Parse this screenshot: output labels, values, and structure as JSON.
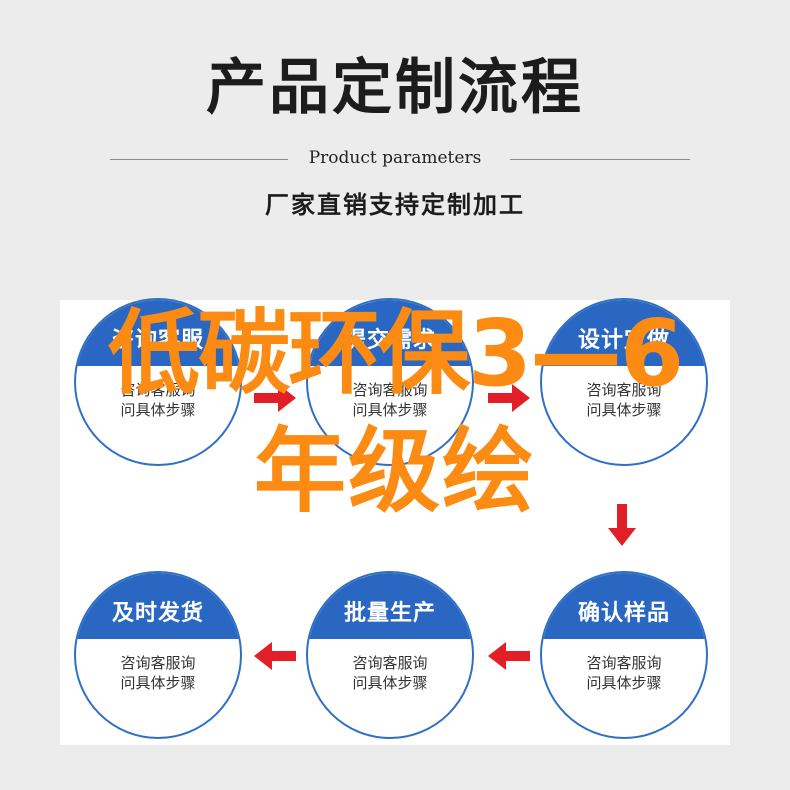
{
  "header": {
    "title": "产品定制流程",
    "subtitle_en": "Product parameters",
    "subtitle_cn": "厂家直销支持定制加工"
  },
  "steps": [
    {
      "title": "咨询客服",
      "desc_line1": "咨询客服询",
      "desc_line2": "问具体步骤"
    },
    {
      "title": "提交需求",
      "desc_line1": "咨询客服询",
      "desc_line2": "问具体步骤"
    },
    {
      "title": "设计定做",
      "desc_line1": "咨询客服询",
      "desc_line2": "问具体步骤"
    },
    {
      "title": "及时发货",
      "desc_line1": "咨询客服询",
      "desc_line2": "问具体步骤"
    },
    {
      "title": "批量生产",
      "desc_line1": "咨询客服询",
      "desc_line2": "问具体步骤"
    },
    {
      "title": "确认样品",
      "desc_line1": "咨询客服询",
      "desc_line2": "问具体步骤"
    }
  ],
  "overlay": {
    "line1": "低碳环保3—6",
    "line2": "年级绘"
  },
  "colors": {
    "accent_blue": "#2a67c2",
    "arrow_red": "#e21f26",
    "overlay_orange": "#fb8b12",
    "background": "#ececec"
  }
}
